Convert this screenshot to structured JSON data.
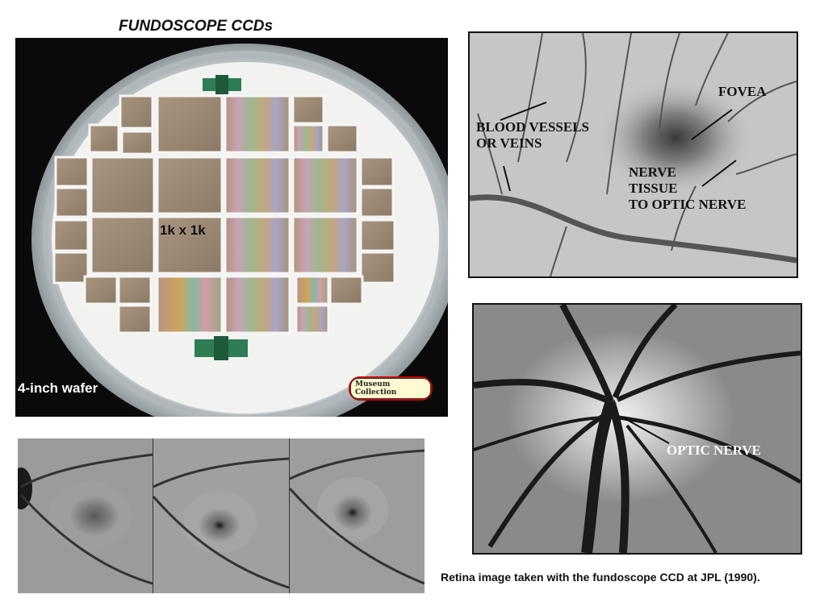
{
  "title": "FUNDOSCOPE CCDs",
  "wafer": {
    "label": "4-inch wafer",
    "center_label": "1k x 1k",
    "badge": "Museum Collection"
  },
  "retina_top": {
    "labels": {
      "fovea": "FOVEA",
      "vessels": "BLOOD VESSELS\nOR VEINS",
      "nerve_tissue": "NERVE\nTISSUE\nTO OPTIC NERVE"
    }
  },
  "retina_mid": {
    "label": "OPTIC NERVE"
  },
  "caption": "Retina image taken with the fundoscope CCD at JPL (1990)."
}
